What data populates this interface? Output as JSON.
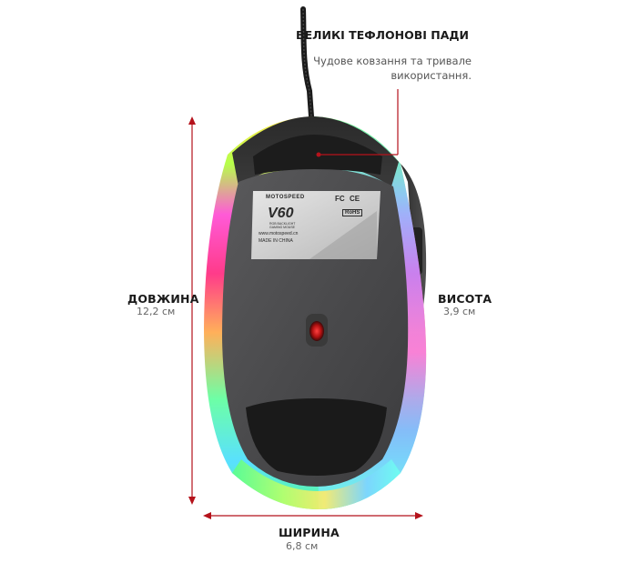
{
  "feature": {
    "title": "ВЕЛИКІ ТЕФЛОНОВІ ПАДИ",
    "description": "Чудове ковзання та тривале використання."
  },
  "dimensions": {
    "length_title": "ДОВЖИНА",
    "length_value": "12,2 см",
    "height_title": "ВИСОТА",
    "height_value": "3,9 см",
    "width_title": "ШИРИНА",
    "width_value": "6,8 см"
  },
  "product_label": {
    "brand": "MOTOSPEED",
    "model": "V60",
    "subtitle_1": "RGB BACKLIGHT",
    "subtitle_2": "GAMING MOUSE",
    "website": "www.motospeed.cn",
    "origin": "MADE IN CHINA",
    "cert_1": "FC",
    "cert_2": "CE",
    "cert_3": "RoHS"
  },
  "colors": {
    "accent": "#b5121b",
    "body": "#4a4a4a",
    "pad": "#1a1a1a"
  }
}
